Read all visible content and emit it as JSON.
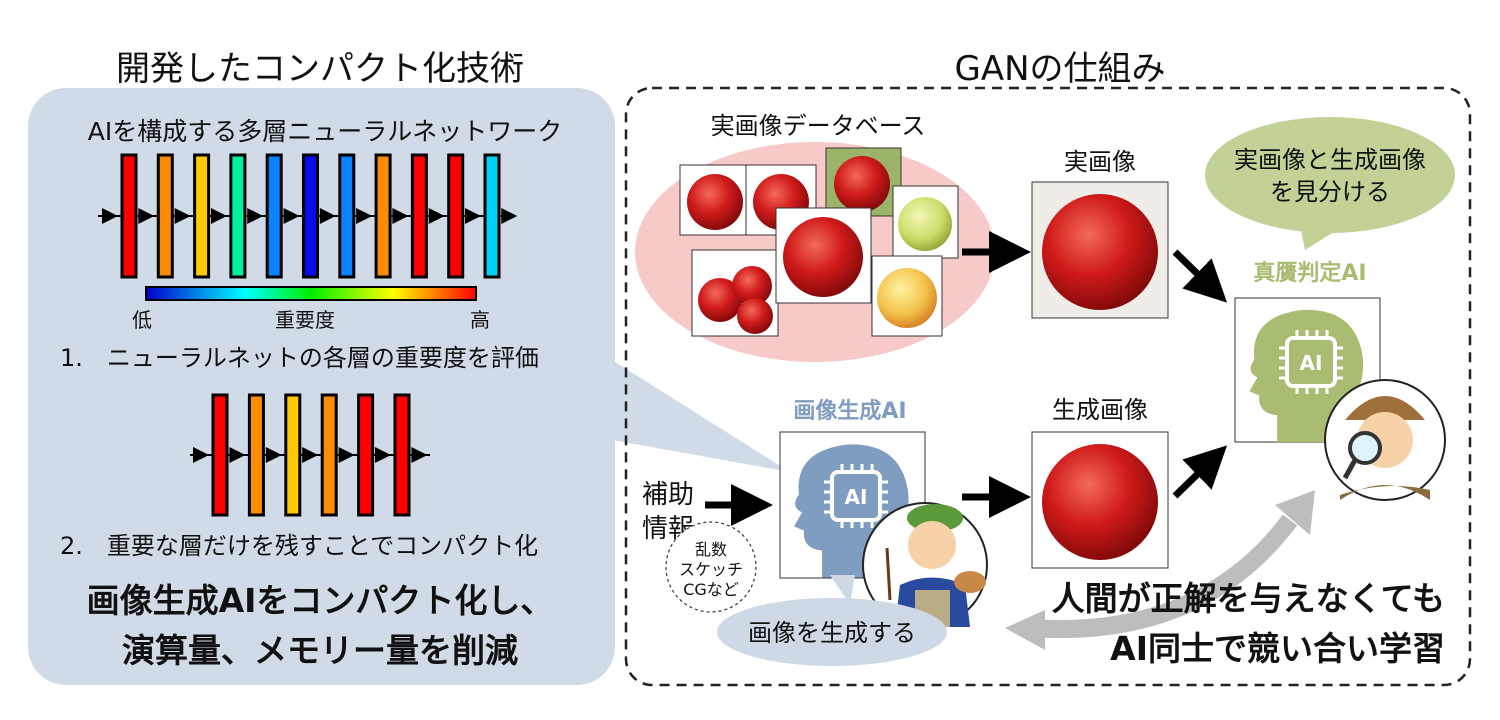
{
  "left": {
    "title": "開発したコンパクト化技術",
    "network_label": "AIを構成する多層ニューラルネットワーク",
    "layer_colors": [
      "#ff0000",
      "#ff8c00",
      "#ffc800",
      "#00f0a0",
      "#0a82ff",
      "#0a0aee",
      "#0a82ff",
      "#ff8c00",
      "#ff0000",
      "#ff0000",
      "#00d2f5"
    ],
    "pruned_layer_colors": [
      "#ff0000",
      "#ff8c00",
      "#ffc800",
      "#ff8c00",
      "#ff0000",
      "#ff0000"
    ],
    "scale_low": "低",
    "scale_label": "重要度",
    "scale_high": "高",
    "step1": "1.　ニューラルネットの各層の重要度を評価",
    "step2": "2.　重要な層だけを残すことでコンパクト化",
    "summary_line1": "画像生成AIをコンパクト化し、",
    "summary_line2": "演算量、メモリー量を削減",
    "panel_color": "#d0dbe7"
  },
  "right": {
    "title": "GANの仕組み",
    "database_label": "実画像データベース",
    "real_image_label": "実画像",
    "generated_image_label": "生成画像",
    "discriminator_bubble_line1": "実画像と生成画像",
    "discriminator_bubble_line2": "を見分ける",
    "discriminator_label": "真贋判定AI",
    "generator_label": "画像生成AI",
    "chip_text": "AI",
    "aux_info_line1": "補助",
    "aux_info_line2": "情報",
    "aux_examples": [
      "乱数",
      "スケッチ",
      "CGなど"
    ],
    "generator_bubble": "画像を生成する",
    "conclusion_line1": "人間が正解を与えなくても",
    "conclusion_line2": "AI同士で競い合い学習",
    "generator_color": "#7f9cc1",
    "discriminator_color": "#a9bd72"
  }
}
